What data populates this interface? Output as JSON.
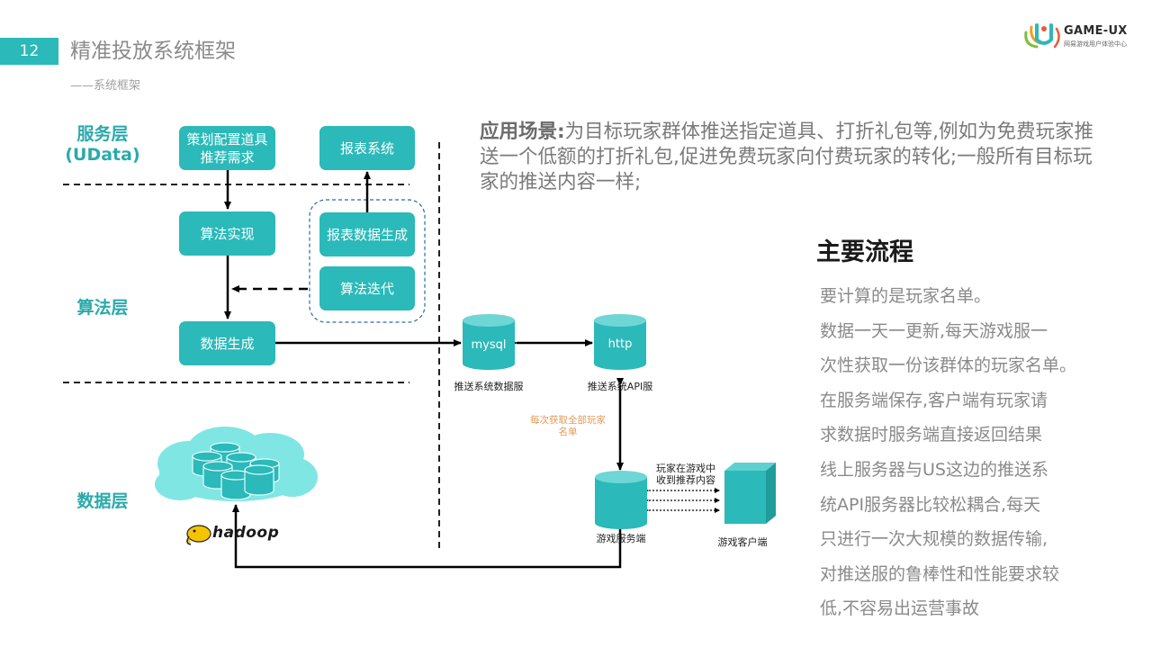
{
  "header": {
    "page_number": "12",
    "title": "精准投放系统框架",
    "subtitle": "——系统框架",
    "logo_text": "GAME-UX",
    "logo_subtext": "网易游戏用户体验中心"
  },
  "layers": {
    "service": {
      "label_line1": "服务层",
      "label_line2": "(UData)"
    },
    "algorithm": {
      "label": "算法层"
    },
    "data": {
      "label": "数据层"
    }
  },
  "boxes": {
    "plan": "策划配置道具推荐需求",
    "report_system": "报表系统",
    "algo_impl": "算法实现",
    "report_gen": "报表数据生成",
    "algo_iter": "算法迭代",
    "data_gen": "数据生成"
  },
  "nodes": {
    "mysql_label": "mysql",
    "mysql_caption": "推送系统数据服",
    "http_label": "http",
    "http_caption": "推送系统API服",
    "game_server_caption": "游戏服务端",
    "game_client_caption": "游戏客户端",
    "hadoop_logo": "hadoop"
  },
  "notes": {
    "fetch_all_line1": "每次获取全部玩家",
    "fetch_all_line2": "名单",
    "receive_line1": "玩家在游戏中",
    "receive_line2": "收到推荐内容"
  },
  "scene": {
    "label": "应用场景:",
    "text": "为目标玩家群体推送指定道具、打折礼包等,例如为免费玩家推送一个低额的打折礼包,促进免费玩家向付费玩家的转化;一般所有目标玩家的推送内容一样;"
  },
  "main_flow": {
    "title": "主要流程",
    "lines": [
      "要计算的是玩家名单。",
      "数据一天一更新,每天游戏服一",
      "次性获取一份该群体的玩家名单。",
      "在服务端保存,客户端有玩家请",
      "求数据时服务端直接返回结果",
      "线上服务器与US这边的推送系",
      "统API服务器比较松耦合,每天",
      "只进行一次大规模的数据传输,",
      "对推送服的鲁棒性和性能要求较",
      "低,不容易出运营事故"
    ]
  },
  "colors": {
    "accent": "#2bb9b9",
    "layer_label": "#2aa9ab",
    "note_orange": "#e39a5a",
    "cloud": "#7fe6e3"
  }
}
